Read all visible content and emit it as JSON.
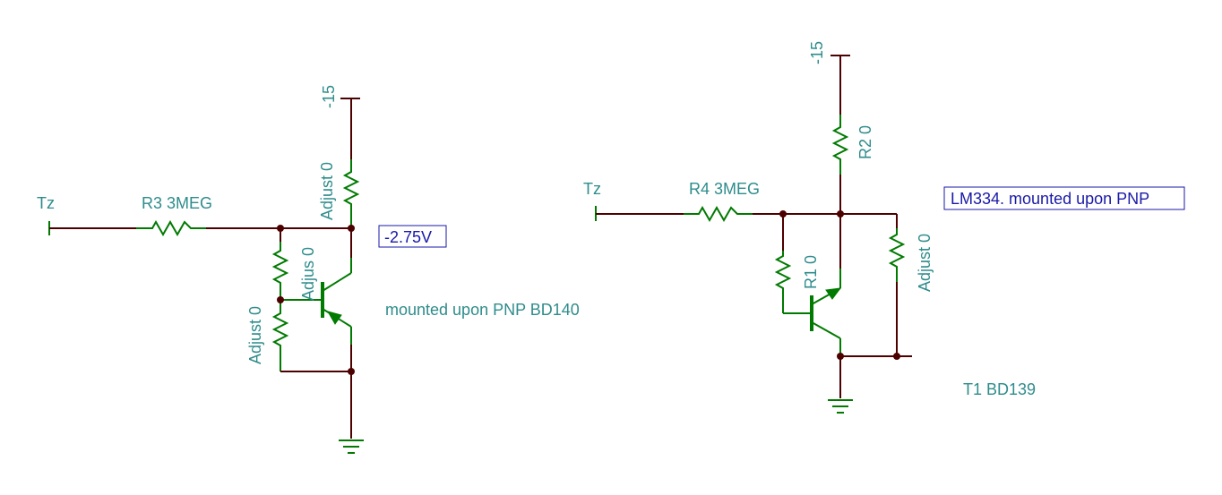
{
  "left_circuit": {
    "input_label": "Tz",
    "resistor_series_label": "R3 3MEG",
    "supply_label": "-15",
    "adjust_top_label": "Adjust 0",
    "adjust_mid_label": "Adjus 0",
    "adjust_bottom_label": "Adjust 0",
    "voltage_probe": "-2.75V",
    "transistor_note": "mounted upon PNP BD140"
  },
  "right_circuit": {
    "input_label": "Tz",
    "resistor_series_label": "R4 3MEG",
    "supply_label": "-15",
    "r2_label": "R2 0",
    "r1_label": "R1 0",
    "adjust_label": "Adjust 0",
    "probe_note": "LM334. mounted upon PNP",
    "transistor_label": "T1 BD139"
  },
  "colors": {
    "wire": "#4d0000",
    "component": "#007a00",
    "label": "#2f8c8c",
    "probe": "#1a1aa8"
  }
}
